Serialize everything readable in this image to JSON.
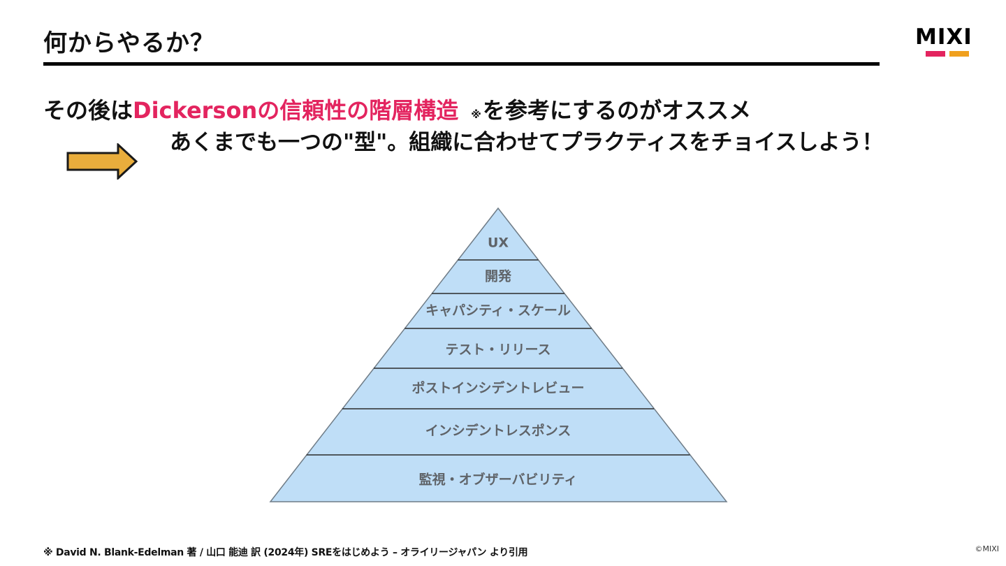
{
  "slide": {
    "title": "何からやるか？",
    "logo_text": "MIXI",
    "headline": {
      "prefix": "その後は",
      "highlight": "Dickersonの信頼性の階層構造",
      "note_mark": "※",
      "suffix": "を参考にするのがオススメ"
    },
    "subtext": "あくまでも一つの\"型\"。組織に合わせてプラクティスをチョイスしよう！",
    "arrow_icon": "right-arrow-icon",
    "footnote": "※ David N. Blank-Edelman 著 / 山口 能迪 訳 (2024年) SREをはじめよう – オライリージャパン より引用",
    "copyright": "©MIXI"
  },
  "pyramid": {
    "levels_top_to_bottom": [
      "UX",
      "開発",
      "キャパシティ・スケール",
      "テスト・リリース",
      "ポストインシデントレビュー",
      "インシデントレスポンス",
      "監視・オブザーバビリティ"
    ]
  },
  "colors": {
    "accent_pink": "#e3245f",
    "logo_pink": "#e3245f",
    "logo_orange": "#f0a01e",
    "pyramid_fill": "#bfdef7",
    "arrow_fill": "#e9ad3c",
    "label_gray": "#5f6368"
  }
}
